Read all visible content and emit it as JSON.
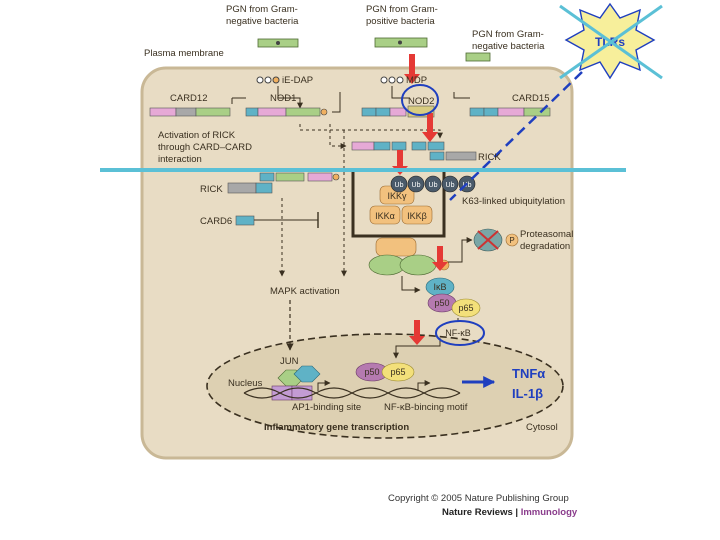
{
  "labels": {
    "pgn_gram_neg_1": [
      "PGN from Gram-",
      "negative bacteria"
    ],
    "pgn_gram_pos": [
      "PGN from Gram-",
      "positive bacteria"
    ],
    "pgn_gram_neg_2": [
      "PGN from Gram-",
      "negative bacteria"
    ],
    "plasma_membrane": "Plasma membrane",
    "ie_dap": "iE-DAP",
    "mdp": "MDP",
    "card12": "CARD12",
    "nod1": "NOD1",
    "nod2": "NOD2",
    "card15": "CARD15",
    "rick_activation": [
      "Activation of RICK",
      "through CARD–CARD",
      "interaction"
    ],
    "rick_right": "RICK",
    "rick_left": "RICK",
    "card6": "CARD6",
    "k63": "K63-linked ubiquitylation",
    "proteasomal": [
      "Proteasomal",
      "degradation"
    ],
    "mapk": "MAPK activation",
    "jun": "JUN",
    "nucleus": "Nucleus",
    "ap1_site": "AP1-binding site",
    "nfkb_motif": "NF-κB-bincing motif",
    "inflammatory": "Inflammatory gene transcription",
    "cytosol": "Cytosol",
    "tlrs": "TLRs",
    "tnf": "TNFα",
    "il1b": "IL-1β",
    "ub": "Ub",
    "ikk_gamma": "IKKγ",
    "ikk_alpha": "IKKα",
    "ikk_beta": "IKKβ",
    "ikb": "IκB",
    "p50": "p50",
    "p65": "p65",
    "nfkb": "NF-κB",
    "p_mark": "P"
  },
  "footer": {
    "copyright": "Copyright © 2005 Nature Publishing Group",
    "journal": "Nature Reviews",
    "separator": " | ",
    "topic": "Immunology"
  },
  "colors": {
    "cell_bg": "#e8dcc4",
    "cell_border": "#c9b896",
    "nucleus_bg": "#ddd0b2",
    "red_arrow": "#e53935",
    "blue_annot": "#1f3fbf",
    "cyan_line": "#5bc0d6",
    "tlr_star": "#f7ef9b",
    "green_domain": "#a9cf86",
    "pink_domain": "#e6a9d6",
    "teal_domain": "#5fb2c6",
    "grey_domain": "#a8a8a8"
  }
}
